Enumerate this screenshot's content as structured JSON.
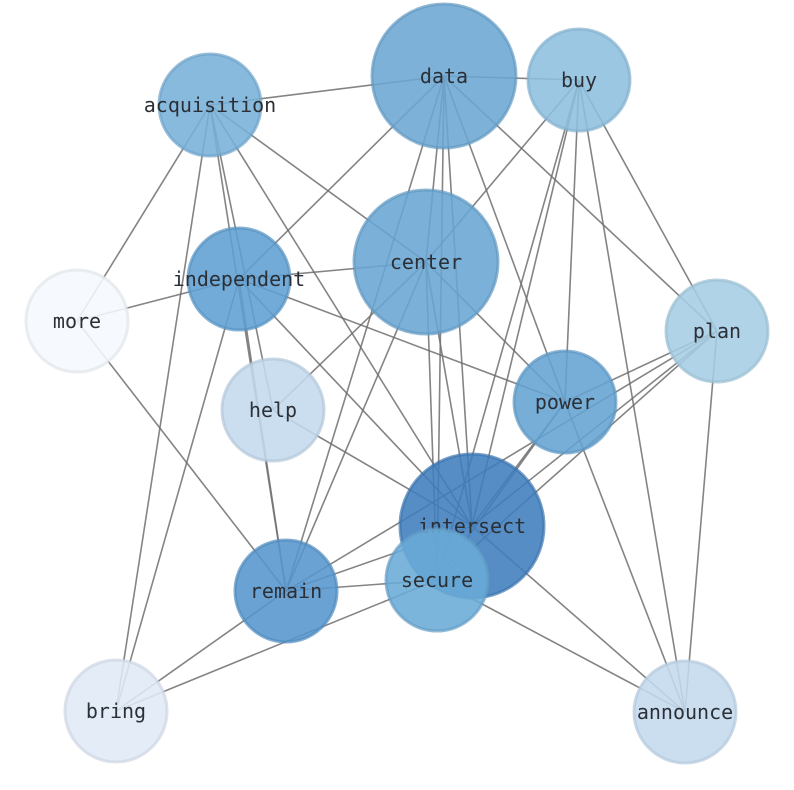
{
  "graph": {
    "nodes": [
      {
        "id": "data",
        "label": "data",
        "color": "#6ba6d3"
      },
      {
        "id": "buy",
        "label": "buy",
        "color": "#8dbfdf"
      },
      {
        "id": "acquisition",
        "label": "acquisition",
        "color": "#78b1da"
      },
      {
        "id": "independent",
        "label": "independent",
        "color": "#5e9fd1"
      },
      {
        "id": "center",
        "label": "center",
        "color": "#69a5d3"
      },
      {
        "id": "more",
        "label": "more",
        "color": "#f5f9fe"
      },
      {
        "id": "plan",
        "label": "plan",
        "color": "#a6cde4"
      },
      {
        "id": "help",
        "label": "help",
        "color": "#c3d9ed"
      },
      {
        "id": "power",
        "label": "power",
        "color": "#64a3d3"
      },
      {
        "id": "intersect",
        "label": "intersect",
        "color": "#3f7dbd"
      },
      {
        "id": "secure",
        "label": "secure",
        "color": "#6aabd7"
      },
      {
        "id": "remain",
        "label": "remain",
        "color": "#5596cd"
      },
      {
        "id": "bring",
        "label": "bring",
        "color": "#e0e9f6"
      },
      {
        "id": "announce",
        "label": "announce",
        "color": "#c4daee"
      }
    ],
    "edges": [
      [
        "acquisition",
        "data"
      ],
      [
        "acquisition",
        "center"
      ],
      [
        "acquisition",
        "more"
      ],
      [
        "acquisition",
        "bring"
      ],
      [
        "acquisition",
        "remain"
      ],
      [
        "acquisition",
        "help"
      ],
      [
        "acquisition",
        "intersect"
      ],
      [
        "data",
        "buy"
      ],
      [
        "data",
        "independent"
      ],
      [
        "data",
        "center"
      ],
      [
        "data",
        "intersect"
      ],
      [
        "data",
        "secure"
      ],
      [
        "data",
        "power"
      ],
      [
        "data",
        "plan"
      ],
      [
        "data",
        "remain"
      ],
      [
        "buy",
        "center"
      ],
      [
        "buy",
        "intersect"
      ],
      [
        "buy",
        "secure"
      ],
      [
        "buy",
        "power"
      ],
      [
        "buy",
        "plan"
      ],
      [
        "buy",
        "announce"
      ],
      [
        "independent",
        "center"
      ],
      [
        "independent",
        "more"
      ],
      [
        "independent",
        "remain"
      ],
      [
        "independent",
        "power"
      ],
      [
        "independent",
        "intersect"
      ],
      [
        "independent",
        "bring"
      ],
      [
        "center",
        "help"
      ],
      [
        "center",
        "remain"
      ],
      [
        "center",
        "power"
      ],
      [
        "center",
        "intersect"
      ],
      [
        "center",
        "secure"
      ],
      [
        "more",
        "remain"
      ],
      [
        "plan",
        "power"
      ],
      [
        "plan",
        "intersect"
      ],
      [
        "plan",
        "secure"
      ],
      [
        "plan",
        "announce"
      ],
      [
        "plan",
        "remain"
      ],
      [
        "power",
        "intersect"
      ],
      [
        "power",
        "announce"
      ],
      [
        "power",
        "secure"
      ],
      [
        "help",
        "intersect"
      ],
      [
        "intersect",
        "announce"
      ],
      [
        "intersect",
        "remain"
      ],
      [
        "secure",
        "bring"
      ],
      [
        "remain",
        "bring"
      ],
      [
        "secure",
        "announce"
      ],
      [
        "remain",
        "secure"
      ]
    ]
  }
}
